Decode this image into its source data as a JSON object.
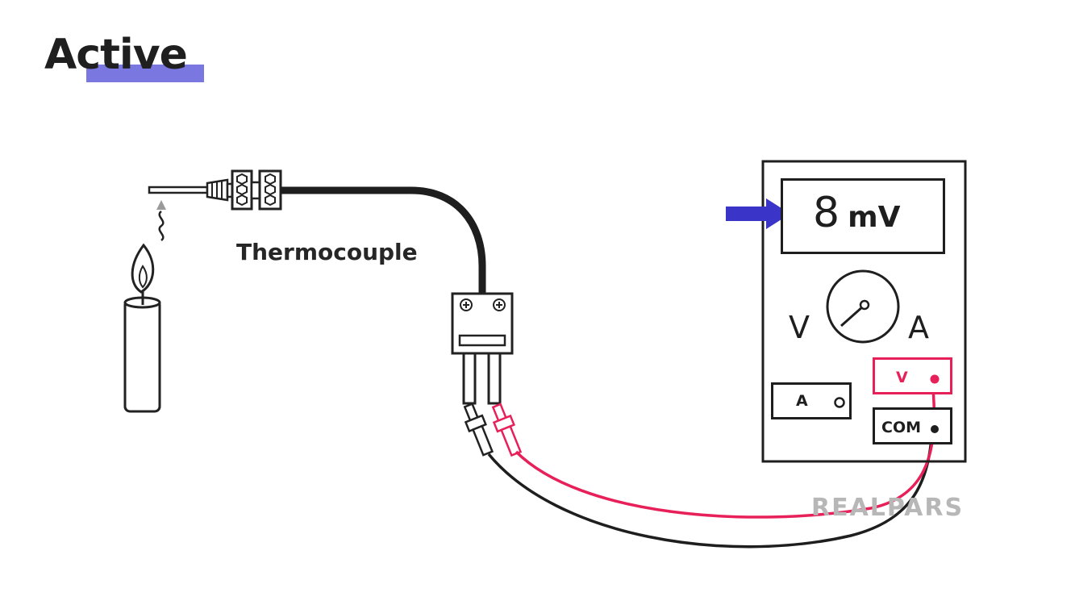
{
  "title": "Active",
  "thermocouple_label": "Thermocouple",
  "multimeter": {
    "reading_value": "8",
    "reading_unit": "mV",
    "dial_left_label": "V",
    "dial_right_label": "A",
    "ports": {
      "a_label": "A",
      "v_label": "V",
      "com_label": "COM"
    }
  },
  "watermark": "REALPARS",
  "colors": {
    "accent": "#7a77e0",
    "arrow": "#3a34c8",
    "positive_lead": "#e8205a",
    "negative_lead": "#1e1e1e"
  }
}
